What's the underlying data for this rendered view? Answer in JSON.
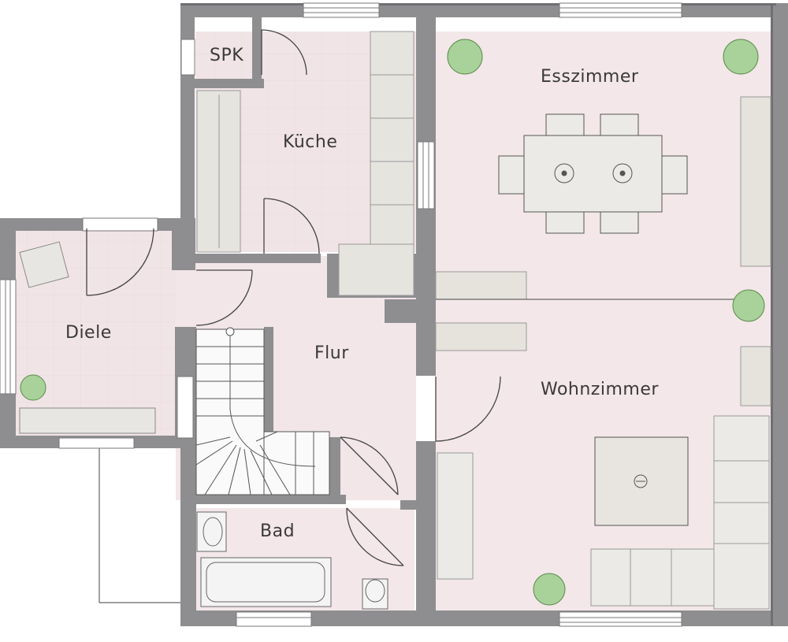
{
  "rooms": {
    "spk": "SPK",
    "kueche": "Küche",
    "esszimmer": "Esszimmer",
    "diele": "Diele",
    "flur": "Flur",
    "wohnzimmer": "Wohnzimmer",
    "bad": "Bad"
  },
  "colors": {
    "wall": "#8e8e90",
    "wall_dark": "#6f6f72",
    "floor": "#f3e6e8",
    "line": "#555555",
    "furniture": "#e4e2de",
    "plant": "#8bbf7a"
  }
}
